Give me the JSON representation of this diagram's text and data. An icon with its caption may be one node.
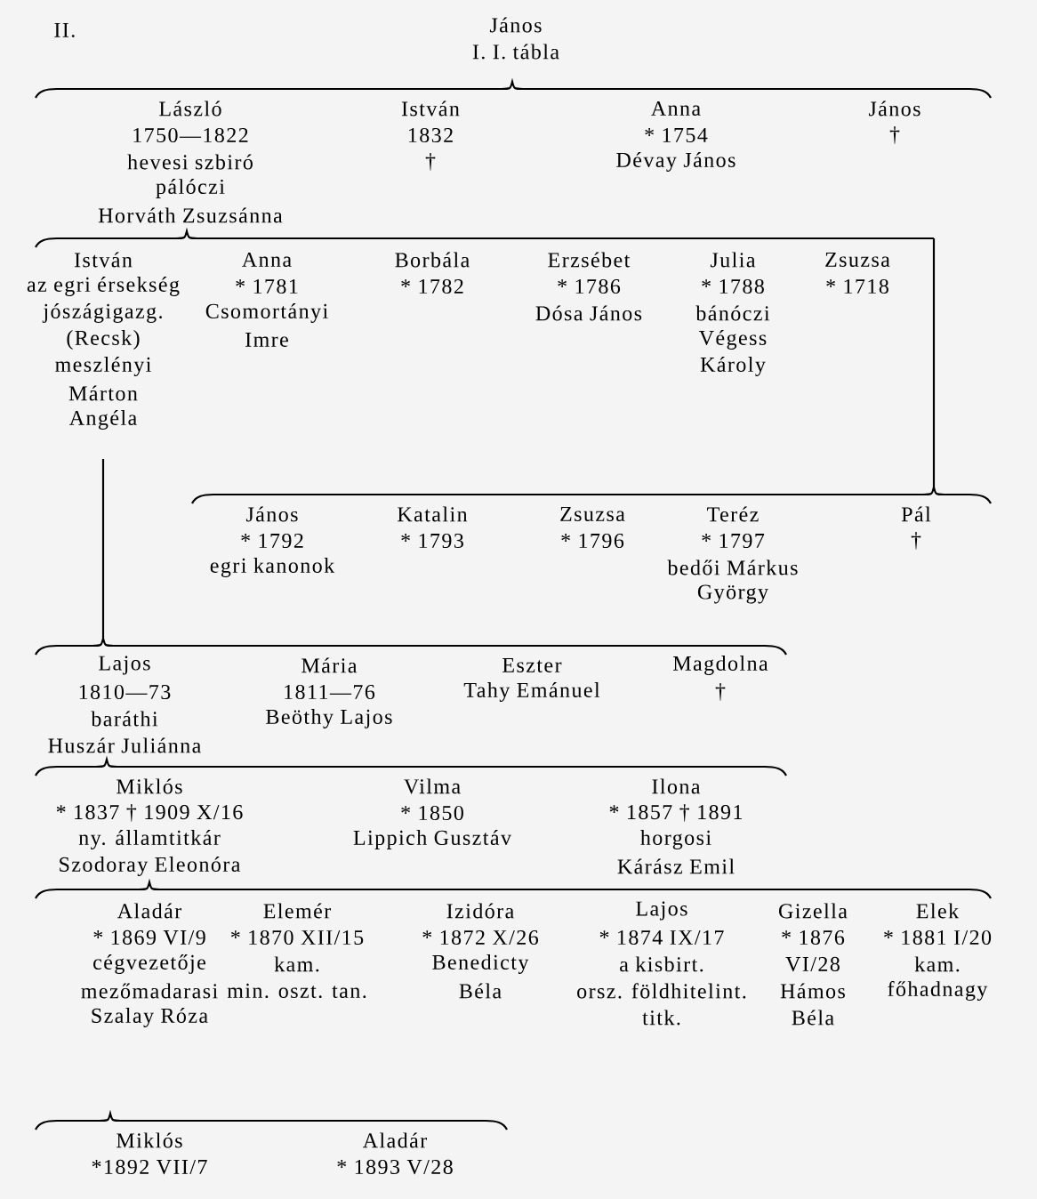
{
  "diagram": {
    "labels": [
      "II.",
      "János",
      "I. I. tábla",
      "László",
      "1750—1822",
      "hevesi szbiró",
      "pálóczi",
      "Horváth Zsuzsánna",
      "István",
      "1832",
      "†",
      "Anna",
      "* 1754",
      "Dévay János",
      "János",
      "†",
      "István",
      "az egri érsekség",
      "jószágigazg.",
      "(Recsk)",
      "meszlényi",
      "Márton",
      "Angéla",
      "Anna",
      "* 1781",
      "Csomortányi",
      "Imre",
      "Borbála",
      "* 1782",
      "Erzsébet",
      "* 1786",
      "Dósa János",
      "Julia",
      "* 1788",
      "bánóczi",
      "Végess",
      "Károly",
      "Zsuzsa",
      "* 1718",
      "János",
      "* 1792",
      "egri kanonok",
      "Katalin",
      "* 1793",
      "Zsuzsa",
      "* 1796",
      "Teréz",
      "* 1797",
      "bedői Márkus",
      "György",
      "Pál",
      "†",
      "Lajos",
      "1810—73",
      "baráthi",
      "Huszár Juliánna",
      "Mária",
      "1811—76",
      "Beöthy Lajos",
      "Eszter",
      "Tahy Emánuel",
      "Magdolna",
      "†",
      "Miklós",
      "* 1837 † 1909 X/16",
      "ny. államtitkár",
      "Szodoray Eleonóra",
      "Vilma",
      "* 1850",
      "Lippich Gusztáv",
      "Ilona",
      "* 1857 † 1891",
      "horgosi",
      "Kárász Emil",
      "Aladár",
      "* 1869 VI/9",
      "cégvezetője",
      "mezőmadarasi",
      "Szalay Róza",
      "Elemér",
      "* 1870 XII/15",
      "kam.",
      "min. oszt. tan.",
      "Izidóra",
      "* 1872 X/26",
      "Benedicty",
      "Béla",
      "Lajos",
      "* 1874 IX/17",
      "a kisbirt.",
      "orsz. földhitelint.",
      "titk.",
      "Gizella",
      "* 1876",
      "VI/28",
      "Hámos",
      "Béla",
      "Elek",
      "* 1881 I/20",
      "kam.",
      "főhadnagy",
      "Miklós",
      "*1892 VII/7",
      "Aladár",
      "* 1893 V/28"
    ]
  }
}
